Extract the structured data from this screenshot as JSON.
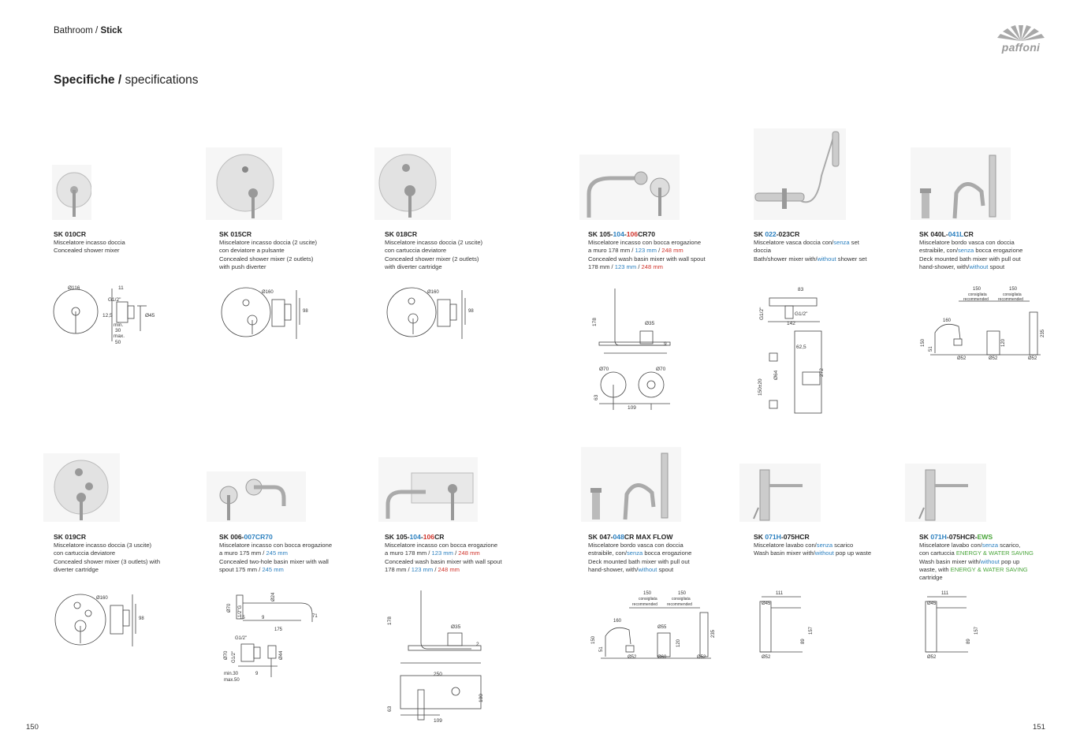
{
  "header": {
    "breadcrumb_section": "Bathroom / ",
    "breadcrumb_page": "Stick",
    "title_bold": "Specifiche / ",
    "title_light": "specifications"
  },
  "brand": {
    "logo": "paffoni"
  },
  "pages": {
    "left": "150",
    "right": "151"
  },
  "colors": {
    "blue": "#2a7fbf",
    "red": "#d0342c",
    "green": "#4aa53b"
  },
  "products": [
    {
      "code": "SK 010CR",
      "lines": [
        "Miscelatore incasso doccia",
        "Concealed shower mixer"
      ]
    },
    {
      "code": "SK 015CR",
      "lines": [
        "Miscelatore incasso doccia (2 uscite)",
        "con deviatore a pulsante",
        "Concealed shower mixer (2 outlets)",
        "with push diverter"
      ]
    },
    {
      "code": "SK 018CR",
      "lines": [
        "Miscelatore incasso doccia (2 uscite)",
        "con cartuccia deviatore",
        "Concealed shower mixer (2 outlets)",
        "with diverter cartridge"
      ]
    },
    {
      "code_a": "SK 105-",
      "code_b": "104",
      "code_c": "-",
      "code_d": "106",
      "code_e": "CR70",
      "l1": "Miscelatore incasso con bocca erogazione",
      "l2a": "a muro 178 mm / ",
      "l2b": "123 mm",
      "l2c": " / ",
      "l2d": "248 mm",
      "l3": "Concealed wash basin mixer with wall spout",
      "l4a": "178 mm / ",
      "l4b": "123 mm",
      "l4c": " / ",
      "l4d": "248 mm"
    },
    {
      "code_a": "SK ",
      "code_b": "022",
      "code_c": "-023CR",
      "l1a": "Miscelatore vasca doccia con/",
      "l1b": "senza",
      "l1c": " set",
      "l2": "doccia",
      "l3a": "Bath/shower mixer with/",
      "l3b": "without",
      "l3c": " shower set"
    },
    {
      "code_a": "SK 040L-",
      "code_b": "041L",
      "code_c": "CR",
      "l1": "Miscelatore bordo vasca con doccia",
      "l2a": "estraibile,  con/",
      "l2b": "senza",
      "l2c": " bocca erogazione",
      "l3": "Deck mounted bath mixer with  pull out",
      "l4a": "hand-shower, with/",
      "l4b": "without",
      "l4c": " spout"
    },
    {
      "code": "SK 019CR",
      "lines": [
        "Miscelatore incasso doccia (3 uscite)",
        "con cartuccia deviatore",
        "Concealed shower mixer (3 outlets) with",
        "diverter cartridge"
      ]
    },
    {
      "code_a": "SK 006-",
      "code_b": "007CR70",
      "l1": "Miscelatore incasso con bocca erogazione",
      "l2a": "a muro 175 mm / ",
      "l2b": "245 mm",
      "l3": "Concealed two-hole basin mixer with wall",
      "l4a": "spout 175 mm / ",
      "l4b": "245 mm"
    },
    {
      "code_a": "SK 105-",
      "code_b": "104",
      "code_c": "-",
      "code_d": "106",
      "code_e": "CR",
      "l1": "Miscelatore incasso con bocca erogazione",
      "l2a": "a muro 178 mm / ",
      "l2b": "123 mm",
      "l2c": " / ",
      "l2d": "248 mm",
      "l3": "Concealed wash basin mixer with wall spout",
      "l4a": "178 mm / ",
      "l4b": "123 mm",
      "l4c": " / ",
      "l4d": "248 mm"
    },
    {
      "code_a": "SK 047-",
      "code_b": "048",
      "code_c": "CR MAX FLOW",
      "l1": "Miscelatore bordo vasca con doccia",
      "l2a": "estraibile,  con/",
      "l2b": "senza",
      "l2c": " bocca erogazione",
      "l3": "Deck mounted bath mixer with  pull out",
      "l4a": "hand-shower, with/",
      "l4b": "without",
      "l4c": " spout"
    },
    {
      "code_a": "SK ",
      "code_b": "071H",
      "code_c": "-075HCR",
      "l1a": "Miscelatore lavabo con/",
      "l1b": "senza",
      "l1c": " scarico",
      "l2a": "Wash basin mixer with/",
      "l2b": "without",
      "l2c": " pop up waste"
    },
    {
      "code_a": "SK ",
      "code_b": "071H",
      "code_c": "-075HCR-",
      "code_d": "EWS",
      "l1a": "Miscelatore lavabo con/",
      "l1b": "senza",
      "l1c": " scarico,",
      "l2a": "con cartuccia ",
      "l2b": "ENERGY & WATER SAVING",
      "l3a": "Wash basin mixer with/",
      "l3b": "without",
      "l3c": " pop up",
      "l4a": "waste, with ",
      "l4b": "ENERGY & WATER SAVING",
      "l5": "cartridge"
    }
  ],
  "dimensions": {
    "d010": [
      "Ø116",
      "11",
      "G1/2\"",
      "12,5",
      "Ø45",
      "min.",
      "30",
      "max.",
      "50"
    ],
    "d015": [
      "Ø160",
      "98"
    ],
    "d018": [
      "Ø160",
      "98"
    ],
    "d019": [
      "Ø160",
      "98"
    ],
    "d105top": [
      "178",
      "Ø35",
      "9",
      "Ø70",
      "Ø70",
      "63",
      "109"
    ],
    "d022": [
      "83",
      "G1/2\"",
      "G1/2\"",
      "142",
      "62,5",
      "150±20",
      "Ø64",
      "272"
    ],
    "d040": [
      "150",
      "consigliata",
      "recommended",
      "150",
      "consigliata",
      "recommended",
      "160",
      "150",
      "51",
      "Ø52",
      "Ø52",
      "120",
      "Ø52",
      "235"
    ],
    "d006": [
      "Ø70",
      "1/2\"G",
      "Ø24",
      "15",
      "9",
      "71",
      "175",
      "G1/2\"",
      "Ø70",
      "G1/2\"",
      "Ø44",
      "min.30",
      "max.50",
      "9"
    ],
    "d105bot": [
      "178",
      "Ø35",
      "2",
      "250",
      "63",
      "100",
      "109"
    ],
    "d047": [
      "150",
      "consigliata",
      "recommended",
      "150",
      "consigliata",
      "recommended",
      "160",
      "150",
      "51",
      "Ø55",
      "Ø52",
      "Ø60",
      "120",
      "Ø52",
      "235"
    ],
    "d071": [
      "111",
      "Ø45",
      "157",
      "89",
      "Ø52"
    ],
    "d071e": [
      "111",
      "Ø45",
      "157",
      "89",
      "Ø52"
    ]
  }
}
